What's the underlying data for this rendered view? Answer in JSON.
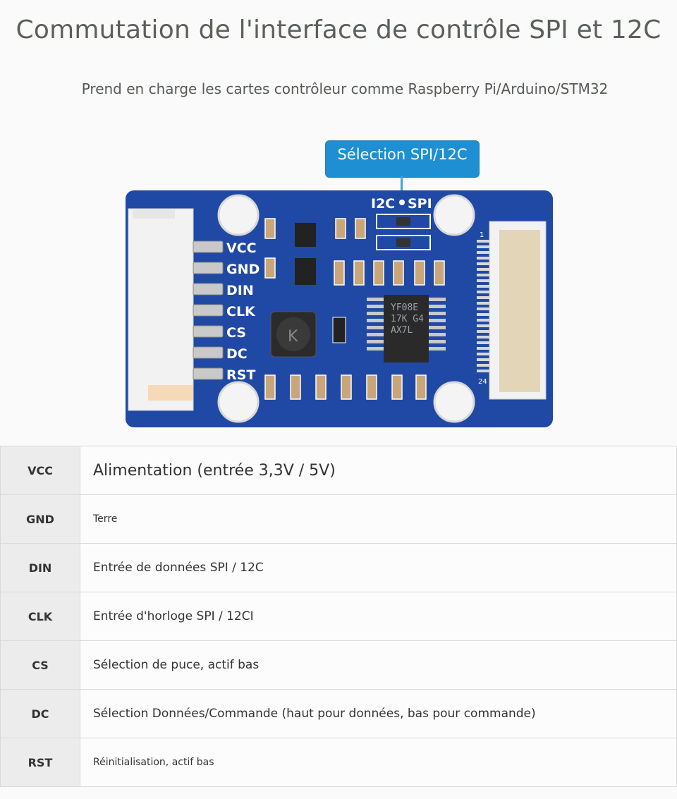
{
  "header": {
    "title": "Commutation de l'interface de contrôle SPI et 12C",
    "subtitle": "Prend en charge les cartes contrôleur comme Raspberry Pi/Arduino/STM32"
  },
  "board": {
    "callout": "Sélection SPI/12C",
    "switch_left": "I2C",
    "switch_right": "SPI",
    "connector_pin_first": "1",
    "connector_pin_last": "24",
    "chip_text": [
      "YF08E",
      "17K G4",
      "AX7L"
    ],
    "pin_labels": [
      "VCC",
      "GND",
      "DIN",
      "CLK",
      "CS",
      "DC",
      "RST"
    ],
    "colors": {
      "pcb": "#1f49a4",
      "callout": "#1e8fd2"
    }
  },
  "pins": [
    {
      "pin": "VCC",
      "desc": "Alimentation (entrée 3,3V / 5V)"
    },
    {
      "pin": "GND",
      "desc": "Terre"
    },
    {
      "pin": "DIN",
      "desc": "Entrée de données SPI / 12C"
    },
    {
      "pin": "CLK",
      "desc": "Entrée d'horloge SPI / 12CI"
    },
    {
      "pin": "CS",
      "desc": "Sélection de puce, actif bas"
    },
    {
      "pin": "DC",
      "desc": "Sélection Données/Commande (haut pour données, bas pour commande)"
    },
    {
      "pin": "RST",
      "desc": "Réinitialisation, actif bas"
    }
  ]
}
